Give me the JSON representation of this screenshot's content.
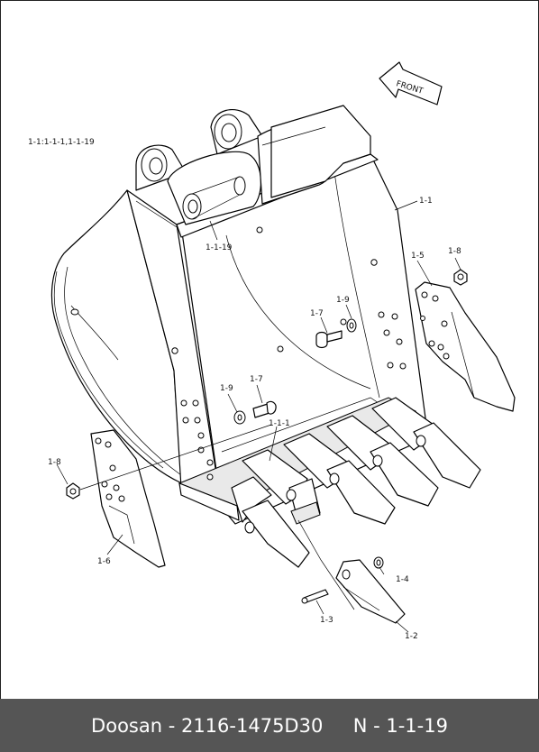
{
  "diagram": {
    "reference_note": "1-1:1-1-1,1-1-19",
    "front_label": "FRONT",
    "callouts": {
      "c_1_1": "1-1",
      "c_1_1_19": "1-1-19",
      "c_1_5": "1-5",
      "c_1_8_right": "1-8",
      "c_1_7_upper": "1-7",
      "c_1_9_upper": "1-9",
      "c_1_9_lower": "1-9",
      "c_1_7_lower": "1-7",
      "c_1_1_1": "1-1-1",
      "c_1_8_left": "1-8",
      "c_1_6": "1-6",
      "c_1_4": "1-4",
      "c_1_3": "1-3",
      "c_1_2": "1-2"
    }
  },
  "footer": {
    "text": "Doosan - 2116-1475D30     N - 1-1-19"
  }
}
